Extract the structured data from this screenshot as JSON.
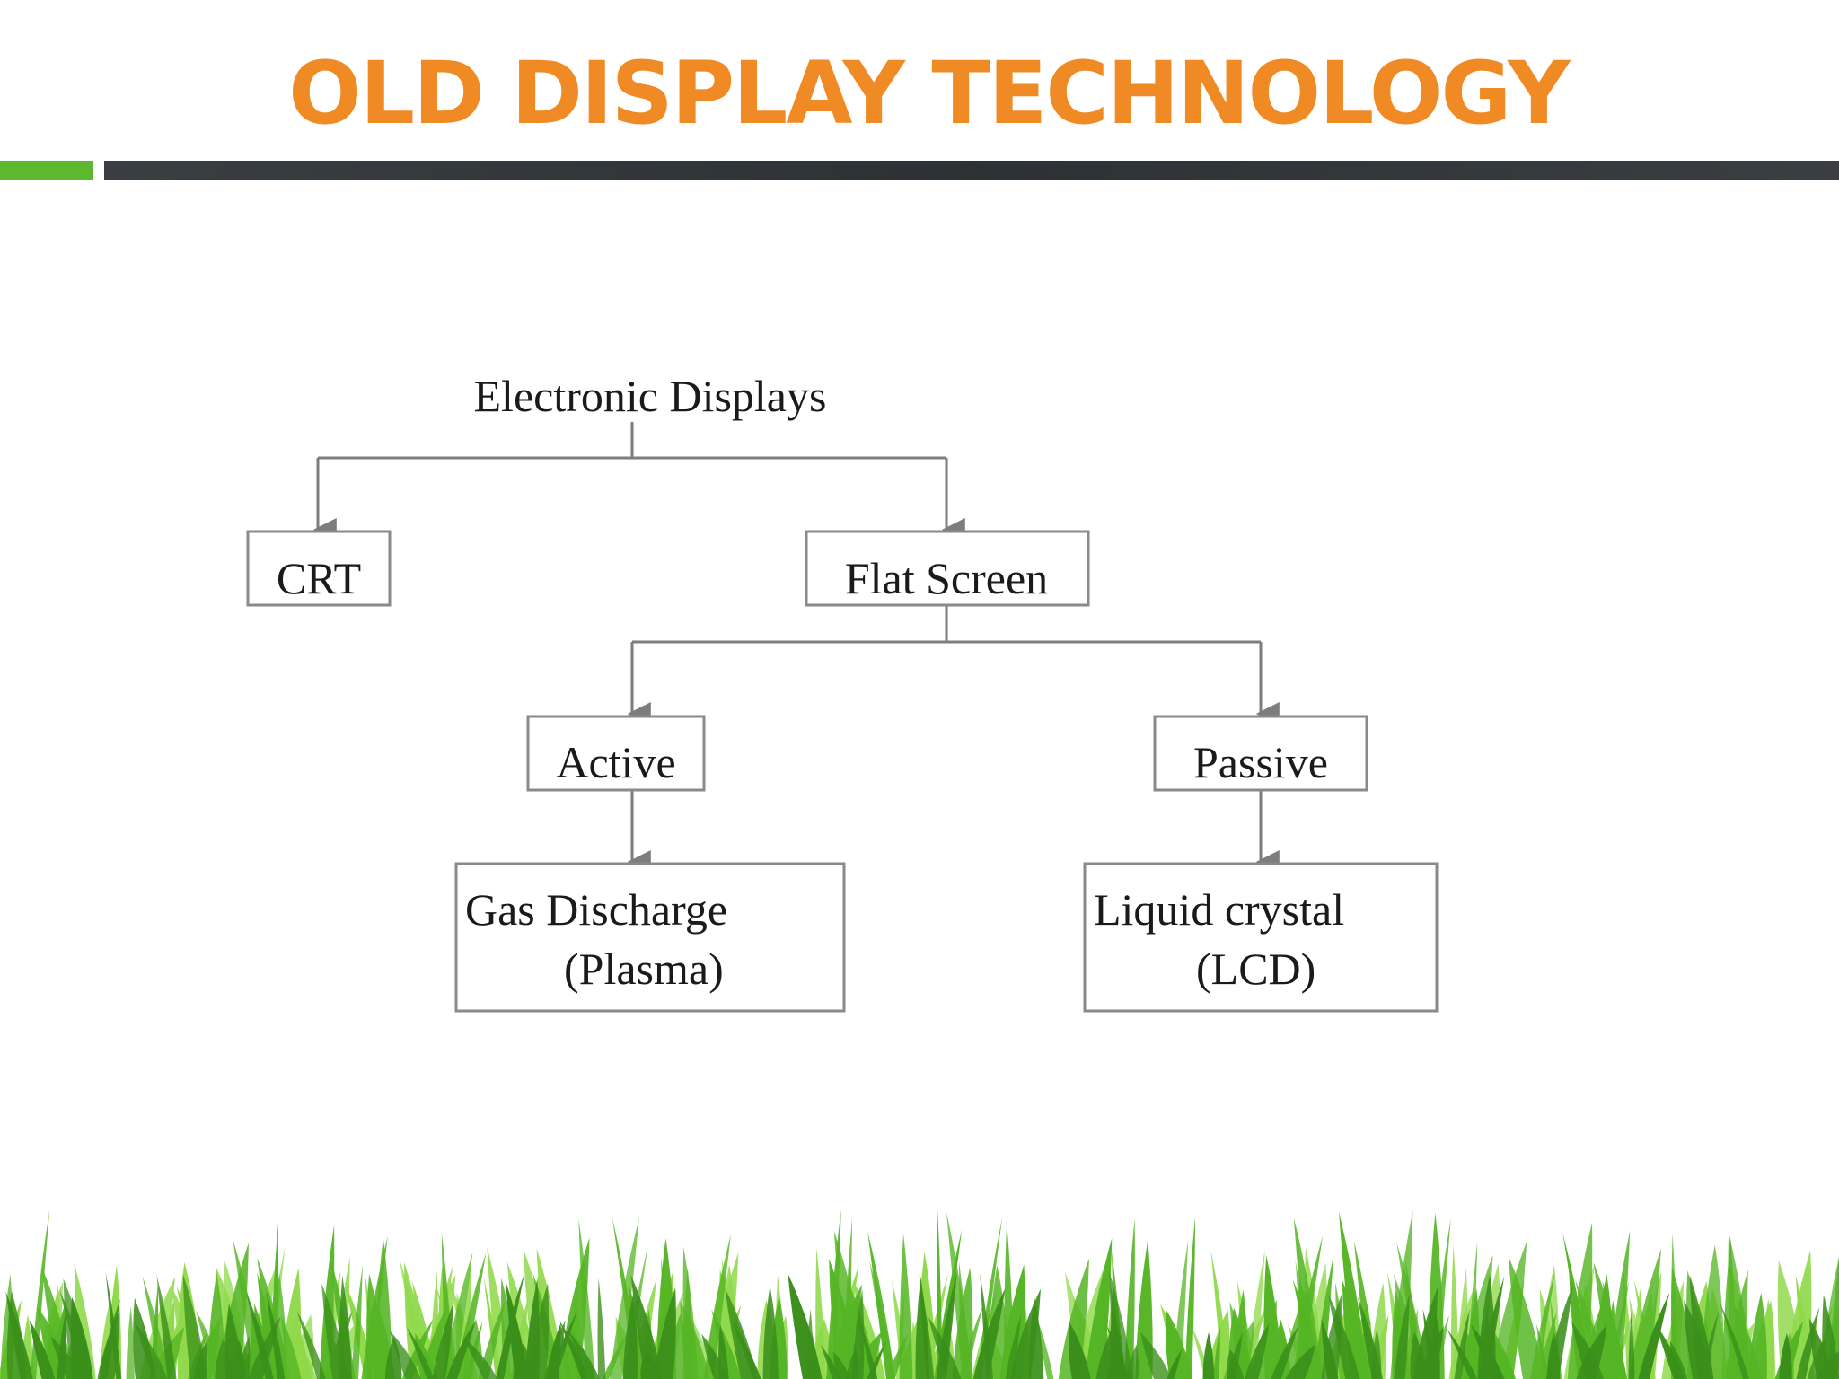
{
  "slide": {
    "title": "OLD DISPLAY TECHNOLOGY"
  },
  "colors": {
    "title": "#f08a24",
    "accent_green": "#5cb82e",
    "accent_dark": "#2f3438",
    "diagram_line": "#7d7d7d",
    "node_border": "#8a8a8a",
    "grass_dark": "#3a8f1a",
    "grass_mid": "#55b524",
    "grass_light": "#8fd94a"
  },
  "diagram": {
    "root": "Electronic Displays",
    "crt": "CRT",
    "flat_screen": "Flat Screen",
    "active": "Active",
    "passive": "Passive",
    "gas_discharge_line1": "Gas Discharge",
    "gas_discharge_line2": "(Plasma)",
    "liquid_crystal_line1": "Liquid crystal",
    "liquid_crystal_line2": "(LCD)"
  }
}
